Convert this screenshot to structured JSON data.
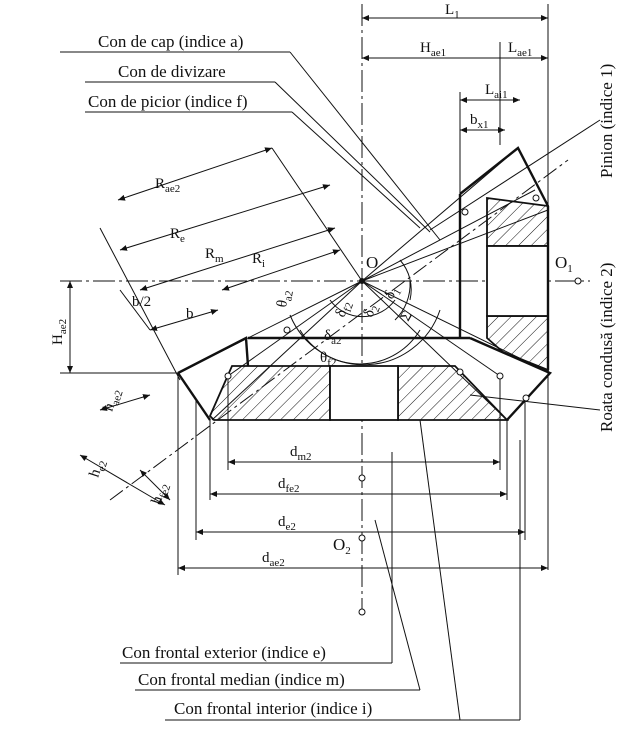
{
  "labels": {
    "cap_cone": "Con de cap (indice a)",
    "pitch_cone": "Con de divizare",
    "root_cone": "Con de picior (indice f)",
    "outer_front_cone": "Con frontal exterior (indice e)",
    "median_front_cone": "Con frontal median (indice m)",
    "inner_front_cone": "Con frontal interior (indice i)",
    "pinion": "Pinion (indice 1)",
    "driven_wheel": "Roata condusă (indice 2)"
  },
  "points": {
    "O": "O",
    "O1": "O",
    "O1_sub": "1",
    "O2": "O",
    "O2_sub": "2"
  },
  "dimensions": {
    "L1": {
      "main": "L",
      "sub": "1"
    },
    "Hae1": {
      "main": "H",
      "sub": "ae1"
    },
    "Lae1": {
      "main": "L",
      "sub": "ae1"
    },
    "Lai1": {
      "main": "L",
      "sub": "ai1"
    },
    "bx1": {
      "main": "b",
      "sub": "x1"
    },
    "Rae2": {
      "main": "R",
      "sub": "ae2"
    },
    "Re": {
      "main": "R",
      "sub": "e"
    },
    "Rm": {
      "main": "R",
      "sub": "m"
    },
    "Ri": {
      "main": "R",
      "sub": "i"
    },
    "b_half": {
      "main": "b/2",
      "sub": ""
    },
    "b": {
      "main": "b",
      "sub": ""
    },
    "Hae2": {
      "main": "H",
      "sub": "ae2"
    },
    "hae2": {
      "main": "h",
      "sub": "ae2"
    },
    "he2": {
      "main": "h",
      "sub": "e2"
    },
    "hfe2": {
      "main": "h",
      "sub": "fe2"
    },
    "dm2": {
      "main": "d",
      "sub": "m2"
    },
    "dfe2": {
      "main": "d",
      "sub": "fe2"
    },
    "de2": {
      "main": "d",
      "sub": "e2"
    },
    "dae2": {
      "main": "d",
      "sub": "ae2"
    }
  },
  "angles": {
    "theta_a2": {
      "main": "θ",
      "sub": "a2"
    },
    "delta_f2": {
      "main": "δ",
      "sub": "f2"
    },
    "delta_2": {
      "main": "δ",
      "sub": "2"
    },
    "delta_a2": {
      "main": "δ",
      "sub": "a2"
    },
    "theta_f2": {
      "main": "θ",
      "sub": "f2"
    },
    "delta_1": {
      "main": "δ",
      "sub": "1"
    },
    "sigma": {
      "main": "Σ",
      "sub": ""
    }
  }
}
